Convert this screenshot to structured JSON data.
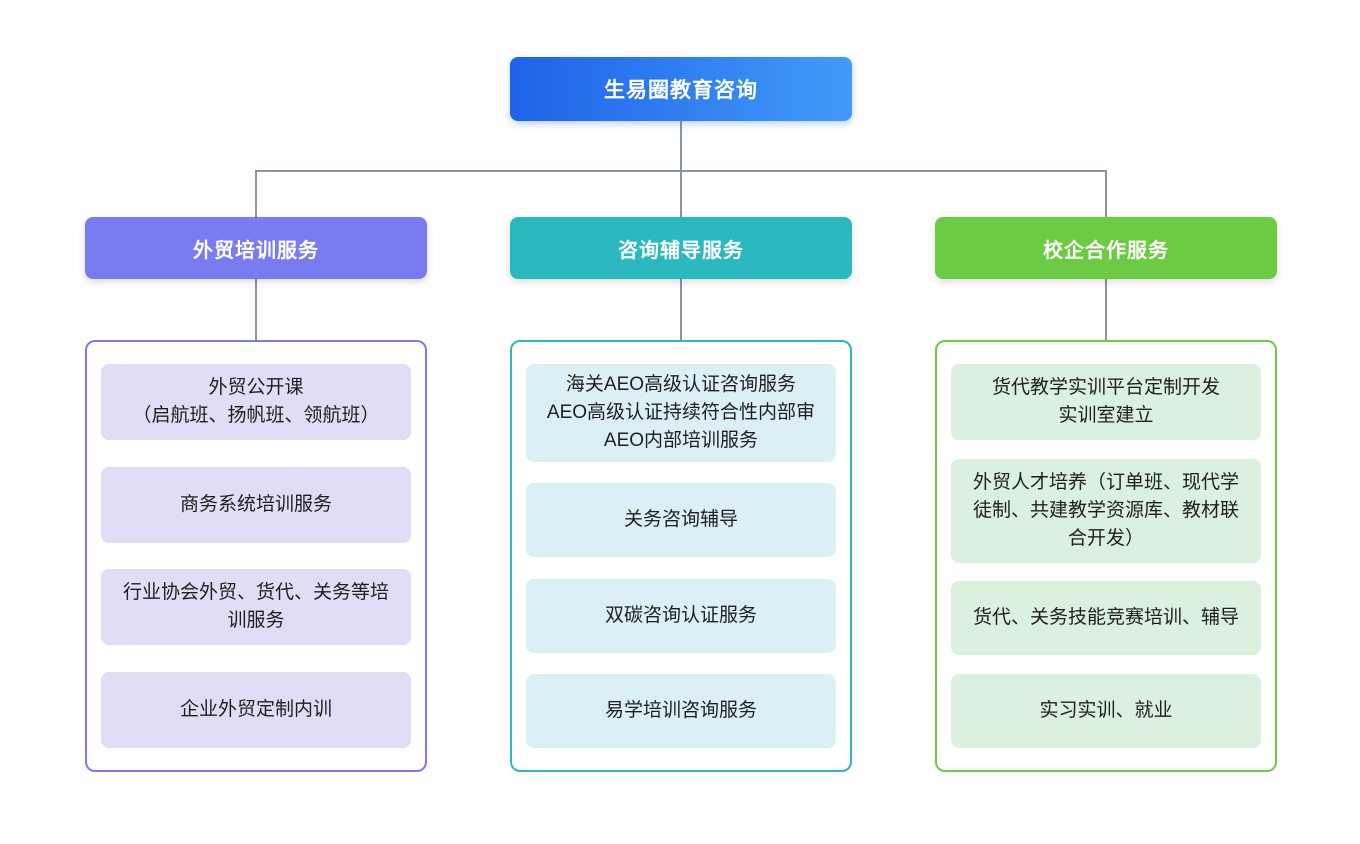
{
  "diagram": {
    "root": {
      "label": "生易圈教育咨询",
      "gradient_start": "#1E63E8",
      "gradient_end": "#429AF8"
    },
    "connector_color": "#8A94A4",
    "branches": [
      {
        "label": "外贸培训服务",
        "color": "#797CF1",
        "item_bg": "#E0DDF6",
        "items": [
          "外贸公开课\n（启航班、扬帆班、领航班）",
          "商务系统培训服务",
          "行业协会外贸、货代、关务等培训服务",
          "企业外贸定制内训"
        ]
      },
      {
        "label": "咨询辅导服务",
        "color": "#2BB9BF",
        "item_bg": "#DAF0F4",
        "items": [
          "海关AEO高级认证咨询服务\nAEO高级认证持续符合性内部审\nAEO内部培训服务",
          "关务咨询辅导",
          "双碳咨询认证服务",
          "易学培训咨询服务"
        ]
      },
      {
        "label": "校企合作服务",
        "color": "#6CCB42",
        "item_bg": "#D9F1DE",
        "items": [
          "货代教学实训平台定制开发\n实训室建立",
          "外贸人才培养（订单班、现代学徒制、共建教学资源库、教材联合开发）",
          "货代、关务技能竞赛培训、辅导",
          "实习实训、就业"
        ]
      }
    ]
  }
}
